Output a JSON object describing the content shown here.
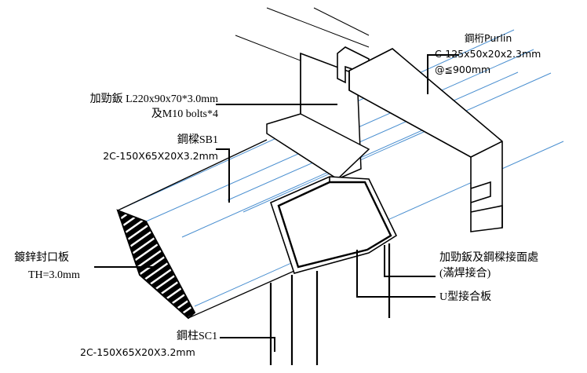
{
  "labels": {
    "purlin": {
      "name": "鋼桁Purlin",
      "spec": "C-125x50x20x2.3mm",
      "spacing": "@≦900mm"
    },
    "stiffener": {
      "line1": "加勁鈑 L220x90x70*3.0mm",
      "line2": "及M10 bolts*4"
    },
    "beam": {
      "name": "鋼樑SB1",
      "spec": "2C-150X65X20X3.2mm"
    },
    "end_plate": {
      "name": "鍍鋅封口板",
      "thickness": "TH=3.0mm"
    },
    "weld": {
      "line1": "加勁鈑及鋼樑接面處",
      "line2": "(滿焊接合)"
    },
    "u_plate": {
      "name": "U型接合板"
    },
    "column": {
      "name": "鋼柱SC1",
      "spec": "2C-150X65X20X3.2mm"
    }
  },
  "colors": {
    "guide_line": "#4a8fd0",
    "ink": "#000000",
    "hatch_fill": "#000000"
  }
}
